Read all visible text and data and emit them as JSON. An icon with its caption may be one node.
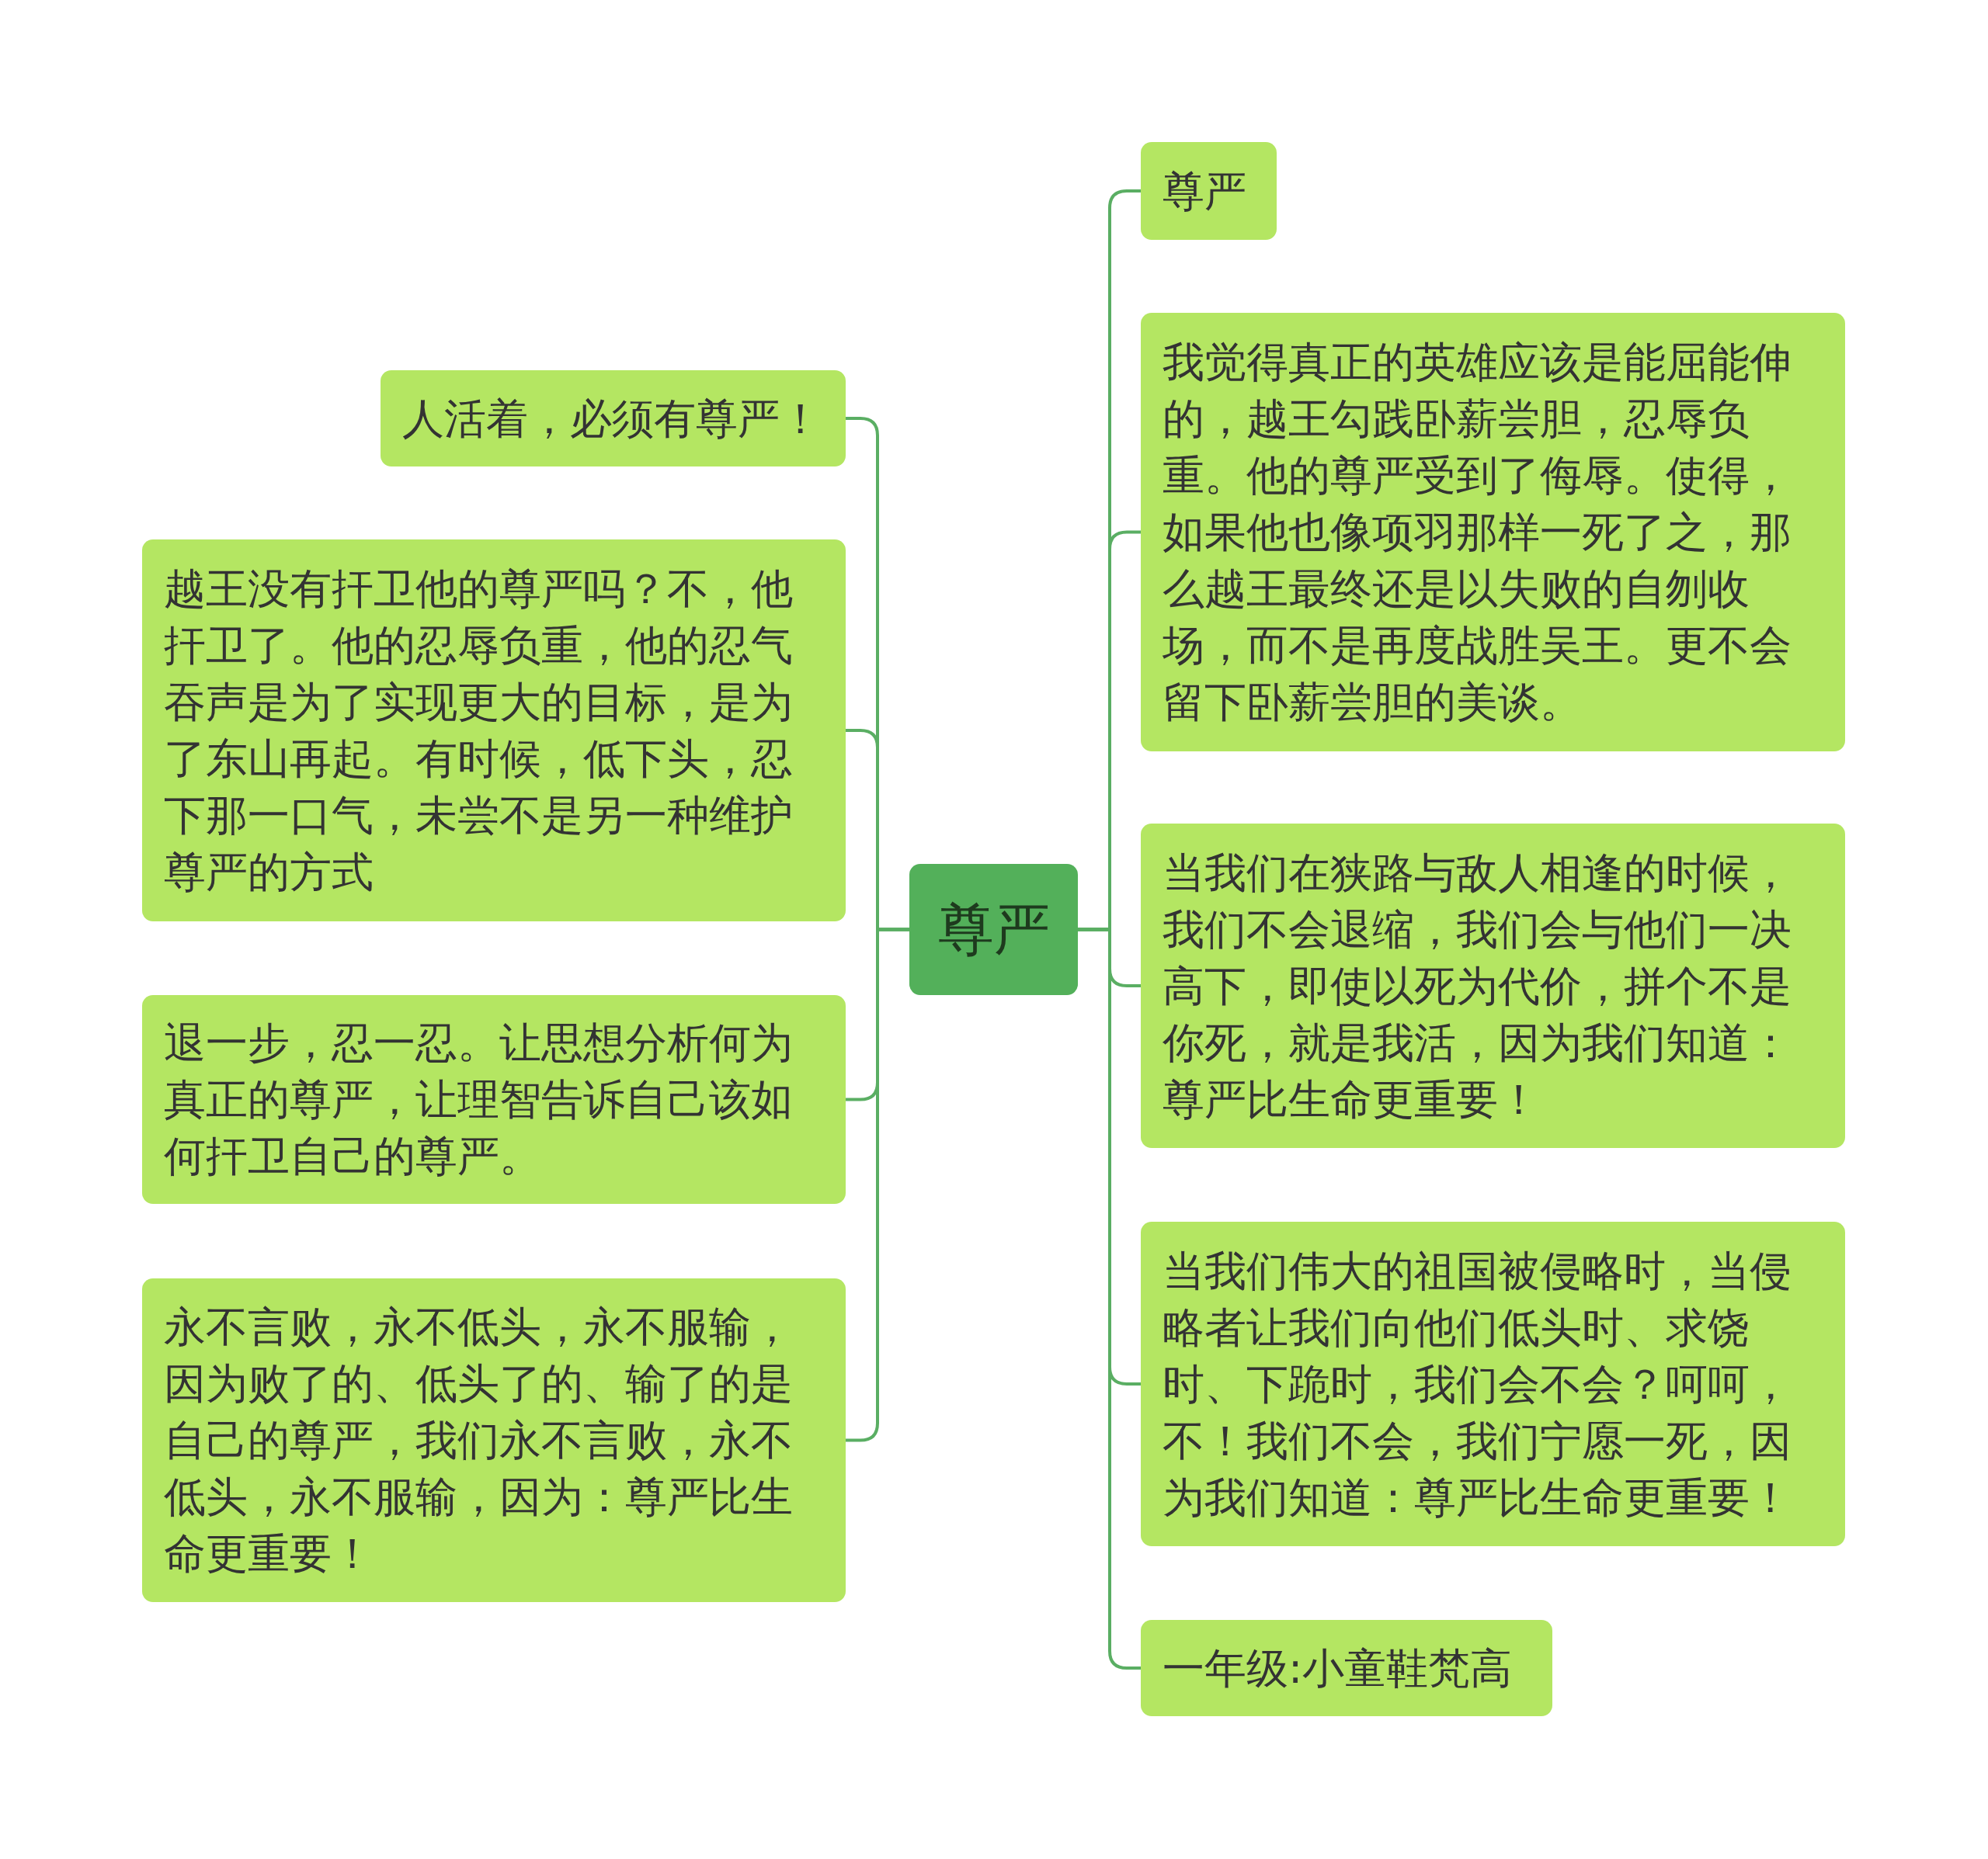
{
  "diagram": {
    "nodes": [
      {
        "text": [
          "尊严"
        ]
      },
      {
        "text": [
          "人活着，必须有尊严！"
        ]
      },
      {
        "text": [
          "越王没有扞卫他的尊严吗？不，他扞卫了。他的忍辱负重，他的忍气吞声是为了实现更大的目标，是为了东山再起。有时候，低下头，忍下那一口气，未尝不是另一种维护尊严的方式"
        ]
      },
      {
        "text": [
          "退一步，忍一忍。让思想分析何为真正的尊严，让理智告诉自己该如何扞卫自己的尊严。"
        ]
      },
      {
        "text": [
          "永不言败，永不低头，永不服输，因为败了的、低头了的、输了的是自己的尊严，我们永不言败，永不低头，永不服输，因为：尊严比生命更重要！"
        ]
      },
      {
        "text": [
          "尊严"
        ]
      },
      {
        "text": [
          "我觉得真正的英雄应该是能屈能伸的，越王勾践卧薪尝胆，忍辱负重。他的尊严受到了侮辱。使得，如果他也像项羽那样一死了之，那么越王最终还是以失败的自刎收场，而不是再度战胜吴王。更不会留下卧薪尝胆的美谈。"
        ]
      },
      {
        "text": [
          "当我们在狭路与敌人相逢的时候，我们不会退缩，我们会与他们一决高下，即使以死为代价，拼个不是你死，就是我活，因为我们知道：尊严比生命更重要！"
        ]
      },
      {
        "text": [
          "当我们伟大的祖国被侵略时，当侵略者让我们向他们低头时、求饶时、下跪时，我们会不会？呵呵，不！我们不会，我们宁愿一死，因为我们知道：尊严比生命更重要！"
        ]
      },
      {
        "text": [
          "一年级:小童鞋梵高"
        ]
      }
    ],
    "edges": [
      {
        "from": 0,
        "to": 1,
        "arrow": "none"
      },
      {
        "from": 0,
        "to": 2,
        "arrow": "none"
      },
      {
        "from": 0,
        "to": 3,
        "arrow": "none"
      },
      {
        "from": 0,
        "to": 4,
        "arrow": "none"
      },
      {
        "from": 0,
        "to": 5,
        "arrow": "none"
      },
      {
        "from": 0,
        "to": 6,
        "arrow": "none"
      },
      {
        "from": 0,
        "to": 7,
        "arrow": "none"
      },
      {
        "from": 0,
        "to": 8,
        "arrow": "none"
      },
      {
        "from": 0,
        "to": 9,
        "arrow": "none"
      }
    ]
  }
}
